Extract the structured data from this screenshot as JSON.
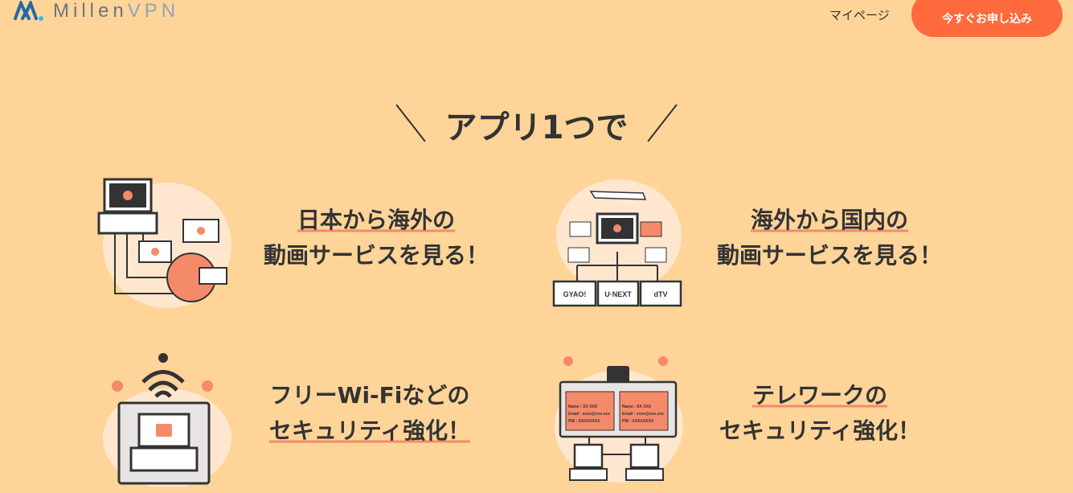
{
  "header": {
    "brand_a": "Millen",
    "brand_b": "VPN",
    "mypage": "マイページ",
    "cta": "今すぐお申し込み"
  },
  "title": "アプリ1つで",
  "features": [
    {
      "line1": "日本から海外の",
      "line2": "動画サービスを見る！"
    },
    {
      "line1": "海外から国内の",
      "line2": "動画サービスを見る！",
      "services": [
        "GYAO!",
        "U·NEXT",
        "dTV"
      ]
    },
    {
      "line1": "フリーWi-Fiなどの",
      "line2": "セキュリティ強化！"
    },
    {
      "line1": "テレワークの",
      "line2": "セキュリティ強化！",
      "card": [
        "Name : XX XXX",
        "Email : xxxx@xxx.xxx",
        "PW : XXXXXXXX"
      ]
    }
  ],
  "colors": {
    "bg": "#ffd498",
    "accent": "#fe6a3c",
    "underline": "#f58a6a"
  }
}
